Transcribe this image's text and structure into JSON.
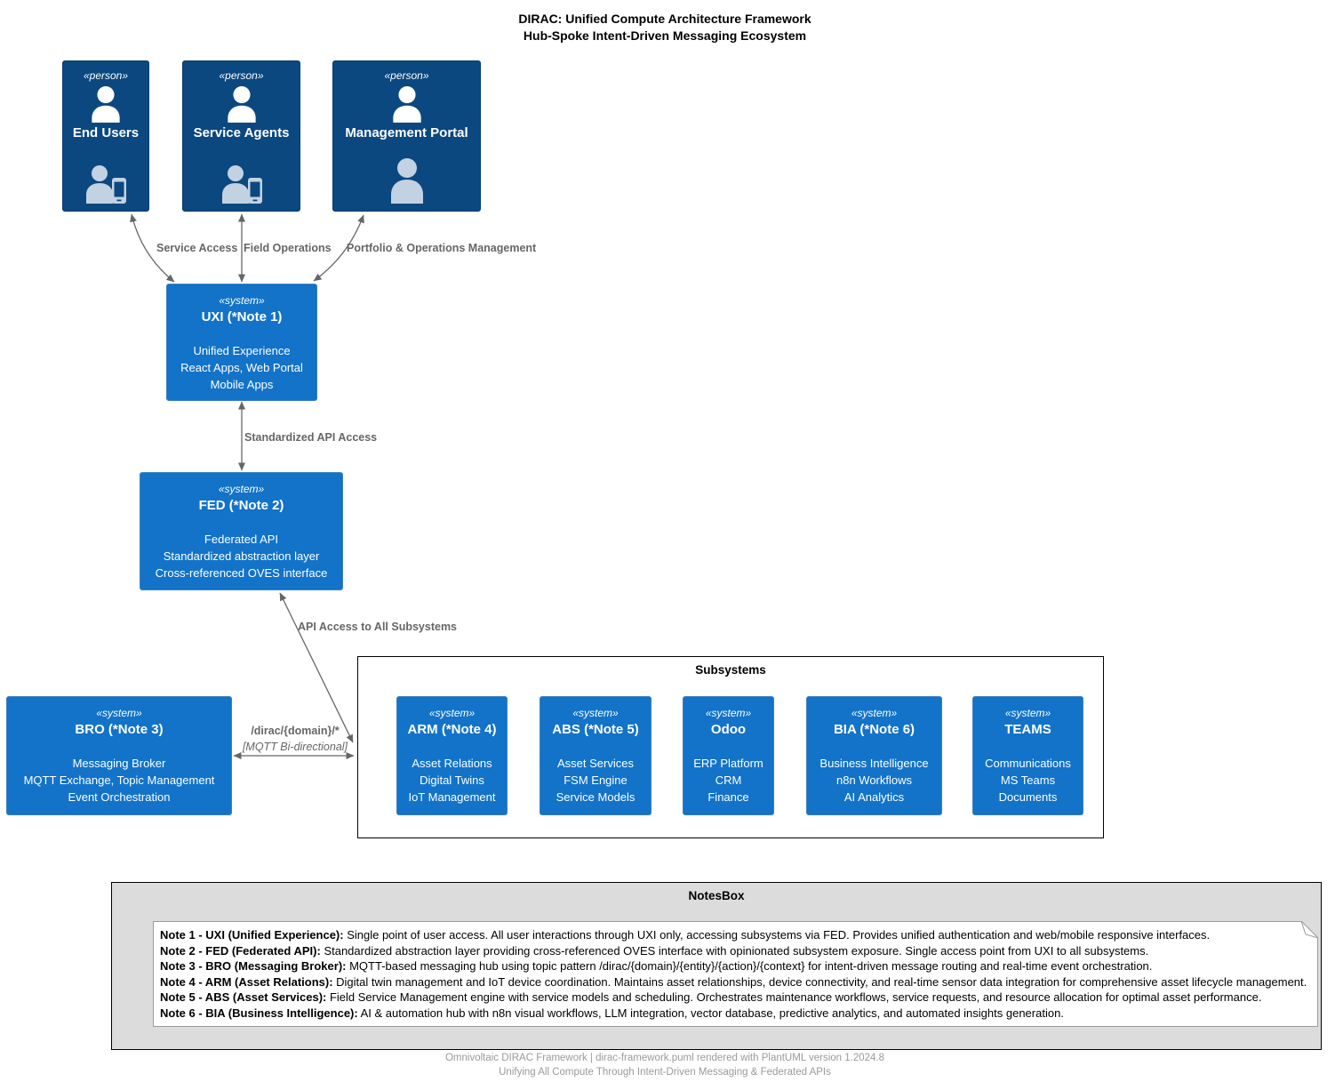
{
  "title": {
    "line1": "DIRAC: Unified Compute Architecture Framework",
    "line2": "Hub-Spoke Intent-Driven Messaging Ecosystem"
  },
  "persons": [
    {
      "stereotype": "«person»",
      "name": "End Users",
      "sprite": "person-with-phone-icon"
    },
    {
      "stereotype": "«person»",
      "name": "Service Agents",
      "sprite": "person-with-phone-icon"
    },
    {
      "stereotype": "«person»",
      "name": "Management Portal",
      "sprite": "person-icon"
    }
  ],
  "systems": {
    "uxi": {
      "stereotype": "«system»",
      "name": "UXI (*Note 1)",
      "lines": [
        "Unified Experience",
        "React Apps, Web Portal",
        "Mobile Apps"
      ]
    },
    "fed": {
      "stereotype": "«system»",
      "name": "FED (*Note 2)",
      "lines": [
        "Federated API",
        "Standardized abstraction layer",
        "Cross-referenced OVES interface"
      ]
    },
    "bro": {
      "stereotype": "«system»",
      "name": "BRO (*Note 3)",
      "lines": [
        "Messaging Broker",
        "MQTT Exchange, Topic Management",
        "Event Orchestration"
      ]
    }
  },
  "subsystems": {
    "title": "Subsystems",
    "items": [
      {
        "stereotype": "«system»",
        "name": "ARM (*Note 4)",
        "lines": [
          "Asset Relations",
          "Digital Twins",
          "IoT Management"
        ]
      },
      {
        "stereotype": "«system»",
        "name": "ABS (*Note 5)",
        "lines": [
          "Asset Services",
          "FSM Engine",
          "Service Models"
        ]
      },
      {
        "stereotype": "«system»",
        "name": "Odoo",
        "lines": [
          "ERP Platform",
          "CRM",
          "Finance"
        ]
      },
      {
        "stereotype": "«system»",
        "name": "BIA (*Note 6)",
        "lines": [
          "Business Intelligence",
          "n8n Workflows",
          "AI Analytics"
        ]
      },
      {
        "stereotype": "«system»",
        "name": "TEAMS",
        "lines": [
          "Communications",
          "MS Teams",
          "Documents"
        ]
      }
    ]
  },
  "edges": {
    "service_access": "Service Access",
    "field_operations": "Field Operations",
    "portfolio": "Portfolio & Operations Management",
    "standardized_api": "Standardized API Access",
    "api_access_all": "API Access to All Subsystems",
    "mqtt_topic": "/dirac/{domain}/*",
    "mqtt_mode": "[MQTT Bi-directional]"
  },
  "notesbox": {
    "title": "NotesBox",
    "notes": [
      {
        "label": "Note 1 - UXI (Unified Experience):",
        "text": " Single point of user access. All user interactions through UXI only, accessing subsystems via FED. Provides unified authentication and web/mobile responsive interfaces."
      },
      {
        "label": "Note 2 - FED (Federated API):",
        "text": " Standardized abstraction layer providing cross-referenced OVES interface with opinionated subsystem exposure. Single access point from UXI to all subsystems."
      },
      {
        "label": "Note 3 - BRO (Messaging Broker):",
        "text": " MQTT-based messaging hub using topic pattern /dirac/{domain}/{entity}/{action}/{context} for intent-driven message routing and real-time event orchestration."
      },
      {
        "label": "Note 4 - ARM (Asset Relations):",
        "text": " Digital twin management and IoT device coordination. Maintains asset relationships, device connectivity, and real-time sensor data integration for comprehensive asset lifecycle management."
      },
      {
        "label": "Note 5 - ABS (Asset Services):",
        "text": " Field Service Management engine with service models and scheduling. Orchestrates maintenance workflows, service requests, and resource allocation for optimal asset performance."
      },
      {
        "label": "Note 6 - BIA (Business Intelligence):",
        "text": " AI & automation hub with n8n visual workflows, LLM integration, vector database, predictive analytics, and automated insights generation."
      }
    ]
  },
  "footer": {
    "line1": "Omnivoltaic DIRAC Framework | dirac-framework.puml rendered with PlantUML version 1.2024.8",
    "line2": "Unifying All Compute Through Intent-Driven Messaging & Federated APIs"
  },
  "colors": {
    "person_bg": "#0b4880",
    "person_border": "#073b6f",
    "system_bg": "#1273c9",
    "system_border": "#3c7fc0",
    "edge": "#666666",
    "notesbox_bg": "#dcdcdc",
    "sprite": "#c3d2e2"
  }
}
